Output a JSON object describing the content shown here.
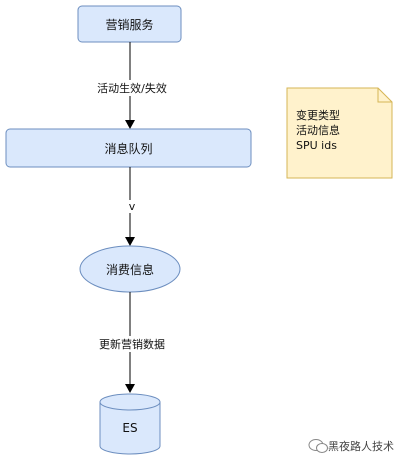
{
  "nodes": {
    "marketing_service": "营销服务",
    "message_queue": "消息队列",
    "consume_message": "消费信息",
    "es": "ES"
  },
  "edges": {
    "activity_effect": "活动生效/失效",
    "queue_out": "v",
    "update_data": "更新营销数据"
  },
  "note": {
    "line1": "变更类型",
    "line2": "活动信息",
    "line3": "SPU ids"
  },
  "watermark": "黑夜路人技术",
  "colors": {
    "node_fill": "#dae8fc",
    "node_stroke": "#6c8ebf",
    "note_fill": "#fff2cc",
    "note_stroke": "#d6b656",
    "arrow": "#000000"
  }
}
